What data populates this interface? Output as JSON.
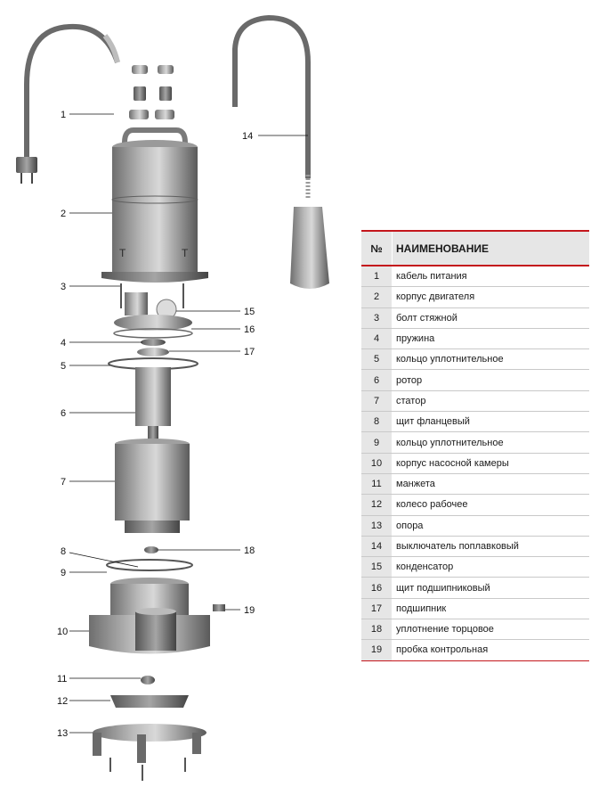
{
  "table": {
    "header_num": "№",
    "header_name": "НАИМЕНОВАНИЕ",
    "rows": [
      {
        "num": "1",
        "name": "кабель питания"
      },
      {
        "num": "2",
        "name": "корпус двигателя"
      },
      {
        "num": "3",
        "name": "болт стяжной"
      },
      {
        "num": "4",
        "name": "пружина"
      },
      {
        "num": "5",
        "name": "кольцо уплотнительное"
      },
      {
        "num": "6",
        "name": "ротор"
      },
      {
        "num": "7",
        "name": "статор"
      },
      {
        "num": "8",
        "name": "щит фланцевый"
      },
      {
        "num": "9",
        "name": "кольцо уплотнительное"
      },
      {
        "num": "10",
        "name": "корпус насосной камеры"
      },
      {
        "num": "11",
        "name": "манжета"
      },
      {
        "num": "12",
        "name": "колесо рабочее"
      },
      {
        "num": "13",
        "name": "опора"
      },
      {
        "num": "14",
        "name": "выключатель поплавковый"
      },
      {
        "num": "15",
        "name": "конденсатор"
      },
      {
        "num": "16",
        "name": "щит подшипниковый"
      },
      {
        "num": "17",
        "name": "подшипник"
      },
      {
        "num": "18",
        "name": "уплотнение торцовое"
      },
      {
        "num": "19",
        "name": "пробка контрольная"
      }
    ]
  },
  "callouts": {
    "c1": "1",
    "c2": "2",
    "c3": "3",
    "c4": "4",
    "c5": "5",
    "c6": "6",
    "c7": "7",
    "c8": "8",
    "c9": "9",
    "c10": "10",
    "c11": "11",
    "c12": "12",
    "c13": "13",
    "c14": "14",
    "c15": "15",
    "c16": "16",
    "c17": "17",
    "c18": "18",
    "c19": "19"
  },
  "colors": {
    "accent": "#c4161c",
    "header_bg": "#e6e6e6",
    "metal": "#8a8a8a"
  }
}
